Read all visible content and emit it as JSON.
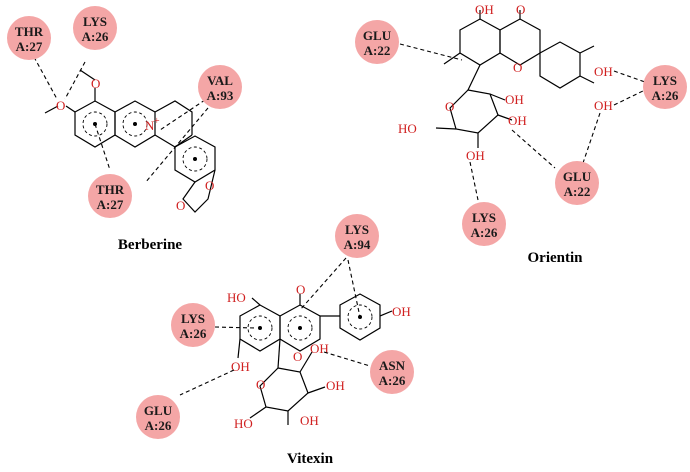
{
  "molecules": {
    "berberine": "Berberine",
    "orientin": "Orientin",
    "vitexin": "Vitexin"
  },
  "residues": {
    "b_thr_top": {
      "name": "THR",
      "chain": "A:27"
    },
    "b_lys_top": {
      "name": "LYS",
      "chain": "A:26"
    },
    "b_val": {
      "name": "VAL",
      "chain": "A:93"
    },
    "b_thr_bot": {
      "name": "THR",
      "chain": "A:27"
    },
    "o_glu_left": {
      "name": "GLU",
      "chain": "A:22"
    },
    "o_lys_right": {
      "name": "LYS",
      "chain": "A:26"
    },
    "o_glu_bot": {
      "name": "GLU",
      "chain": "A:22"
    },
    "o_lys_bot": {
      "name": "LYS",
      "chain": "A:26"
    },
    "v_lys_top": {
      "name": "LYS",
      "chain": "A:94"
    },
    "v_lys_left": {
      "name": "LYS",
      "chain": "A:26"
    },
    "v_asn": {
      "name": "ASN",
      "chain": "A:26"
    },
    "v_glu": {
      "name": "GLU",
      "chain": "A:26"
    }
  },
  "atoms": {
    "oh": "OH",
    "ho": "HO",
    "o": "O",
    "n_plus": "N",
    "plus": "+"
  },
  "colors": {
    "residue_fill": "#f4a6a6",
    "heteroatom": "#d02020"
  }
}
